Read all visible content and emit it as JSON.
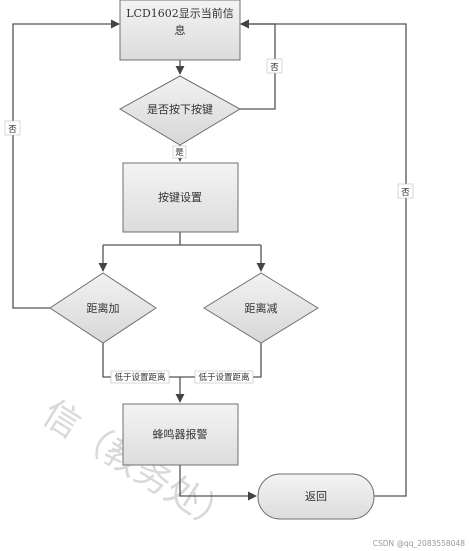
{
  "diagram": {
    "nodes": {
      "lcd_line1": "LCD1602显示当前信",
      "lcd_line2": "息",
      "key_pressed": "是否按下按键",
      "key_setting": "按键设置",
      "dist_add": "距离加",
      "dist_sub": "距离减",
      "buzzer": "蜂鸣器报警",
      "return": "返回"
    },
    "edges": {
      "no_right": "否",
      "no_left": "否",
      "no_far_right": "否",
      "yes": "是",
      "below_left": "低于设置距离",
      "below_right": "低于设置距离"
    }
  },
  "watermark": "信（教务处）",
  "credit": "CSDN @qq_2083558048"
}
